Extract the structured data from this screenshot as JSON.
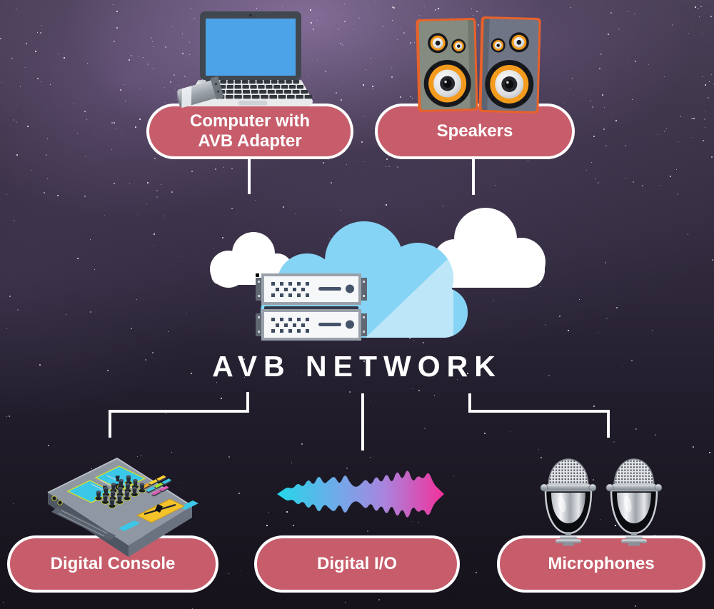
{
  "network": {
    "title": "AVB NETWORK"
  },
  "nodes": {
    "computer": {
      "line1": "Computer with",
      "line2": "AVB Adapter",
      "icon": "laptop-with-avb-adapter-icon"
    },
    "speakers": {
      "label": "Speakers",
      "icon": "stereo-speakers-icon"
    },
    "digital_console": {
      "label": "Digital Console",
      "icon": "mixing-console-icon"
    },
    "digital_io": {
      "label": "Digital I/O",
      "icon": "audio-waveform-icon"
    },
    "microphones": {
      "label": "Microphones",
      "icon": "retro-microphones-icon"
    }
  },
  "hub": {
    "icon": "cloud-with-servers-icon"
  },
  "colors": {
    "pill_fill": "#c75d6b",
    "pill_border": "#ffffff",
    "connector": "#ffffff",
    "title_text": "#ffffff",
    "cloud_blue": "#85d4f5",
    "cloud_blue_light": "#bde7f9",
    "cloud_white": "#ffffff",
    "server_detail": "#43516a",
    "laptop_screen": "#4da3e8",
    "speaker_orange": "#e8622a",
    "woofer_orange": "#f49b1d",
    "console_screen": "#3bc8e8",
    "waveform_gradient": [
      "#24d7e9",
      "#74a7e9",
      "#a985de",
      "#f3309b"
    ],
    "sky_top": "#4a4057",
    "sky_bottom": "#15121b"
  }
}
